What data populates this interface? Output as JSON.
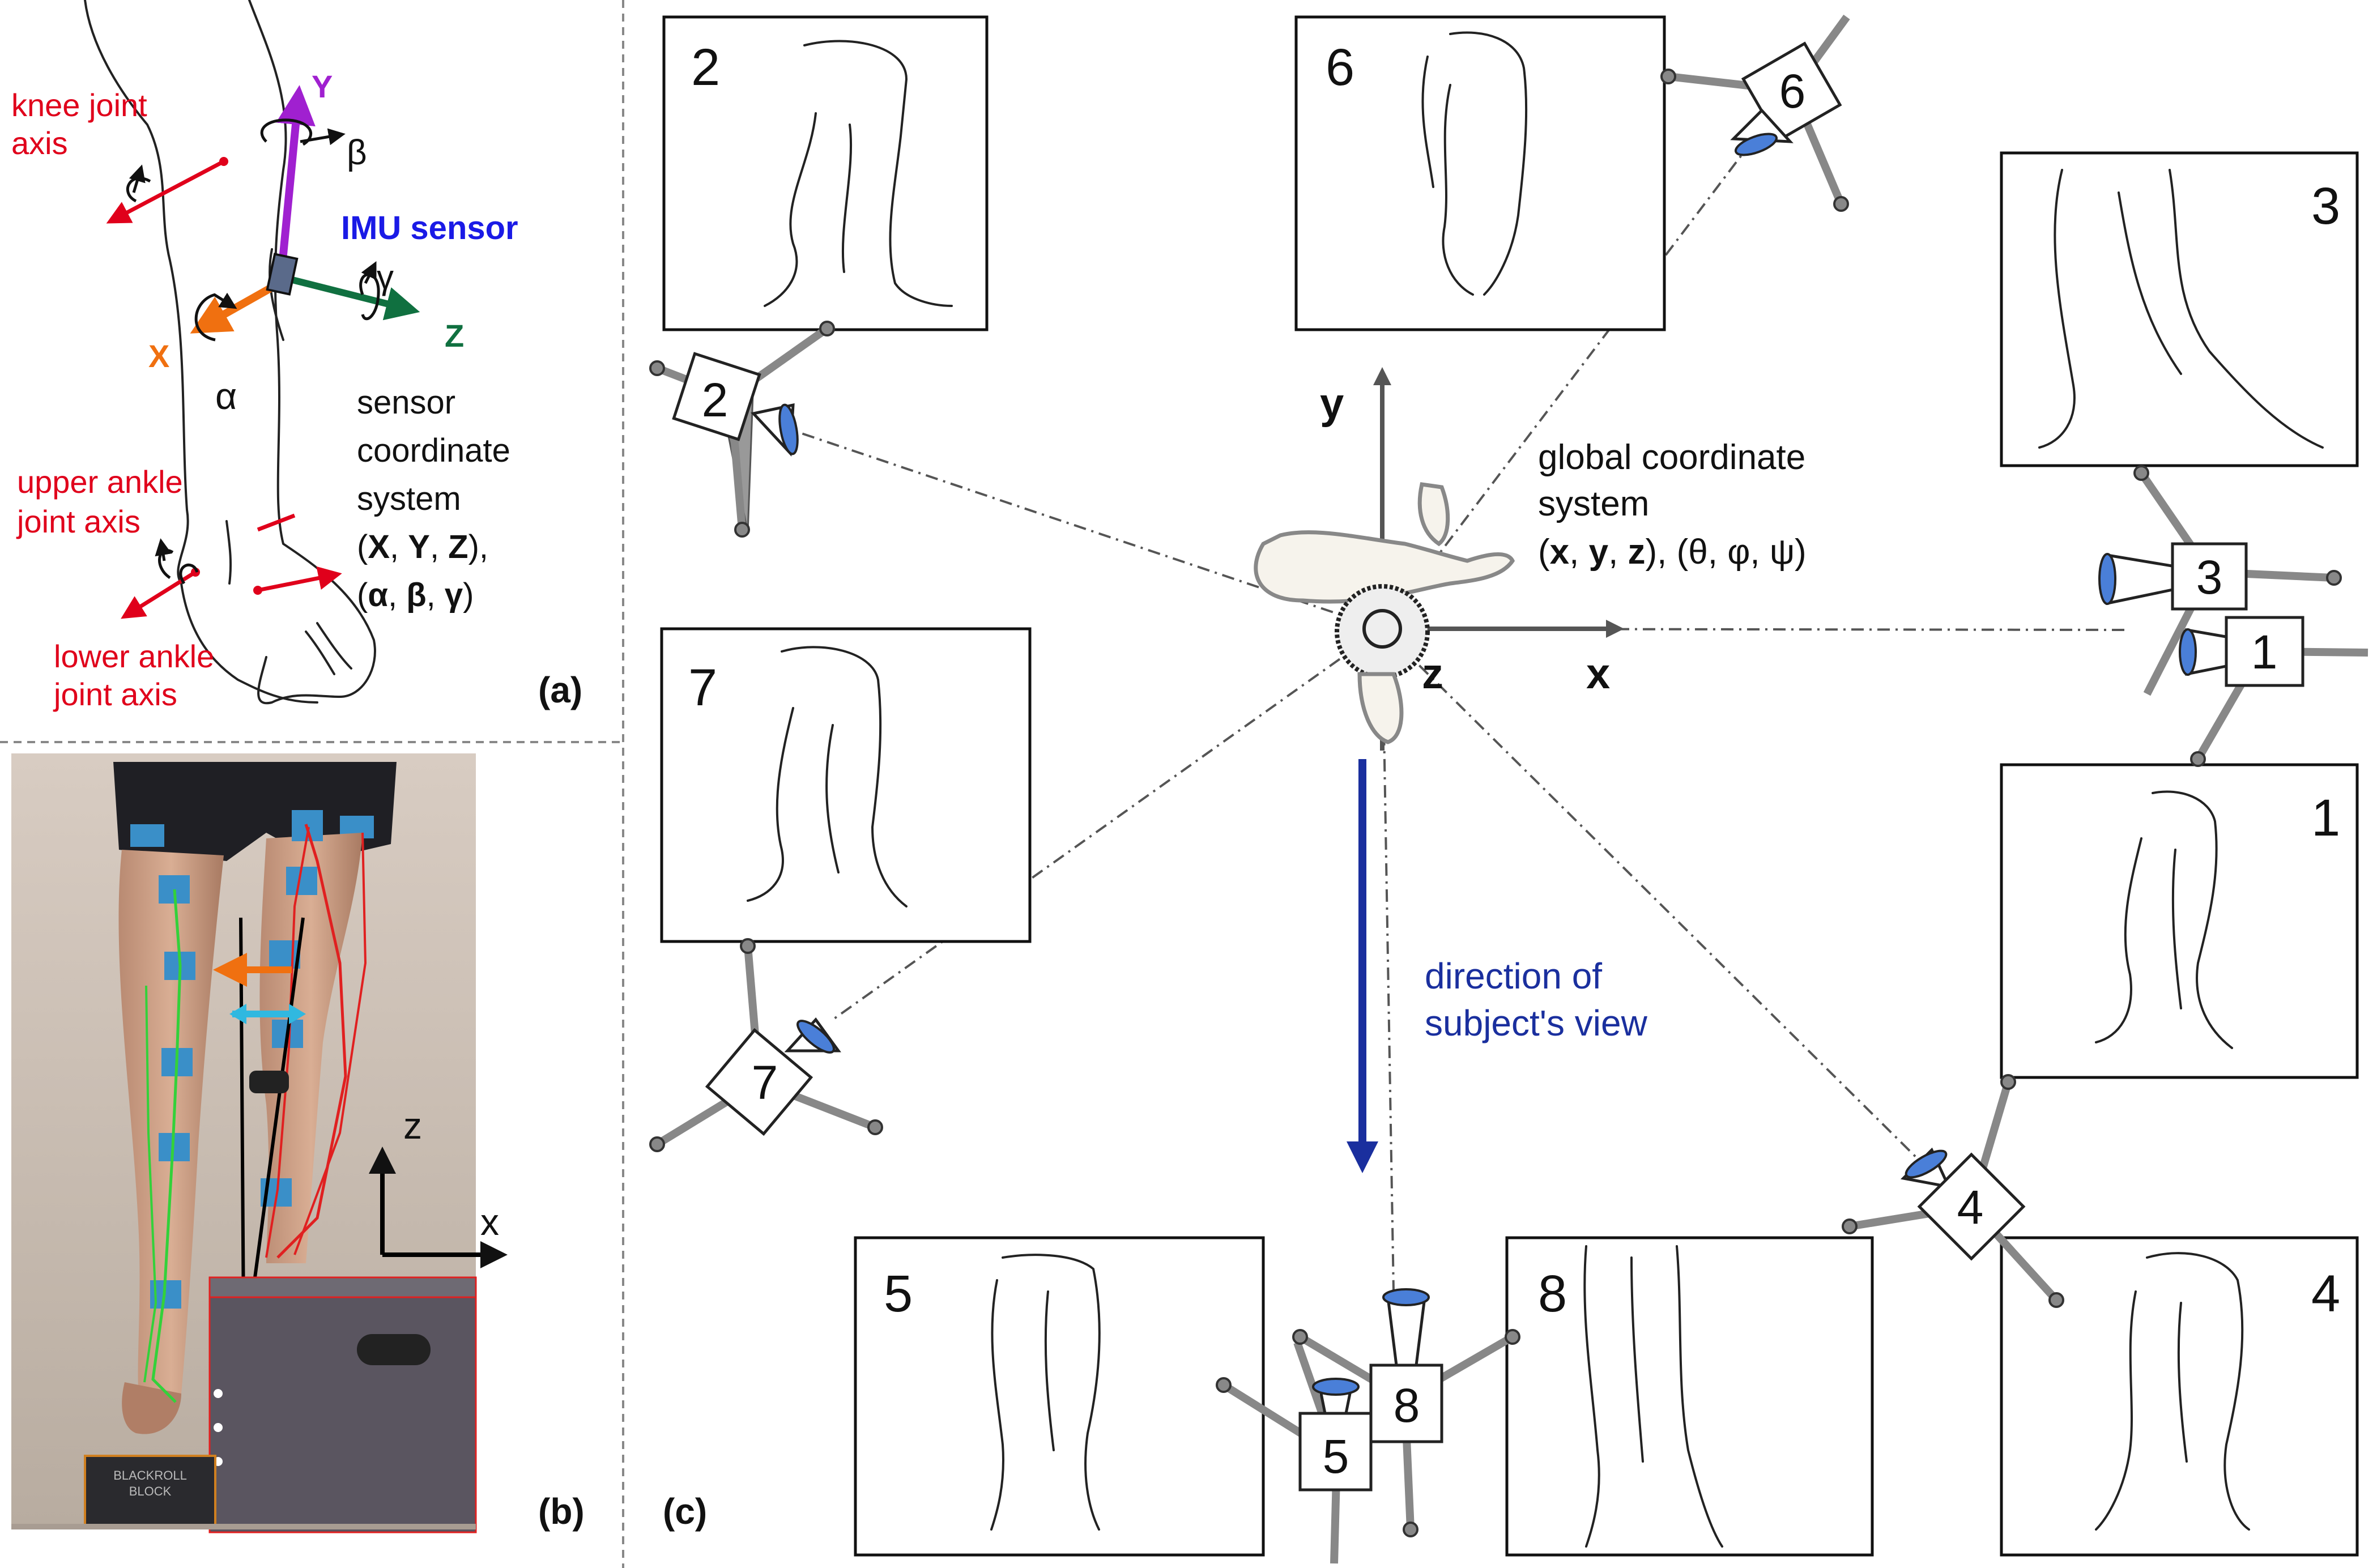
{
  "panel_a": {
    "label": "(a)",
    "knee_axis": [
      "knee joint",
      "axis"
    ],
    "upper_ankle_axis": [
      "upper ankle",
      "joint axis"
    ],
    "lower_ankle_axis": [
      "lower ankle",
      "joint axis"
    ],
    "imu_label": "IMU sensor",
    "axis_x": "X",
    "axis_y": "Y",
    "axis_z": "Z",
    "rot_alpha": "α",
    "rot_beta": "β",
    "rot_gamma": "γ",
    "sensor_cs_lines": [
      "sensor",
      "coordinate",
      "system"
    ],
    "sensor_cs_axes": {
      "open": "(",
      "x": "X",
      "sep1": ", ",
      "y": "Y",
      "sep2": ", ",
      "z": "Z",
      "close": "),"
    },
    "sensor_cs_rot": {
      "open": "(",
      "a": "α",
      "sep1": ", ",
      "b": "β",
      "sep2": ", ",
      "g": "γ",
      "close": ")"
    }
  },
  "panel_b": {
    "label": "(b)",
    "axis_z": "z",
    "axis_x": "x",
    "block_text": [
      "BLACKROLL",
      "BLOCK"
    ]
  },
  "panel_c": {
    "label": "(c)",
    "axis_x": "x",
    "axis_y": "y",
    "axis_z": "z",
    "global_cs_lines": [
      "global coordinate",
      "system"
    ],
    "global_cs_axes": {
      "open": "(",
      "x": "x",
      "sep1": ", ",
      "y": "y",
      "sep2": ", ",
      "z": "z",
      "close": "), (θ, φ, ψ)"
    },
    "direction_label": [
      "direction of",
      "subject's view"
    ],
    "view_numbers": [
      "2",
      "6",
      "3",
      "7",
      "1",
      "5",
      "8",
      "4"
    ],
    "camera_numbers": [
      "2",
      "6",
      "3",
      "1",
      "7",
      "4",
      "5",
      "8"
    ]
  },
  "colors": {
    "red": "#e0001b",
    "purple": "#a020d0",
    "blue": "#1a1ae6",
    "orange": "#f07010",
    "green": "#107040",
    "navy": "#1a2f9e",
    "cyan": "#30b8e0",
    "axis_gray": "#555555"
  }
}
